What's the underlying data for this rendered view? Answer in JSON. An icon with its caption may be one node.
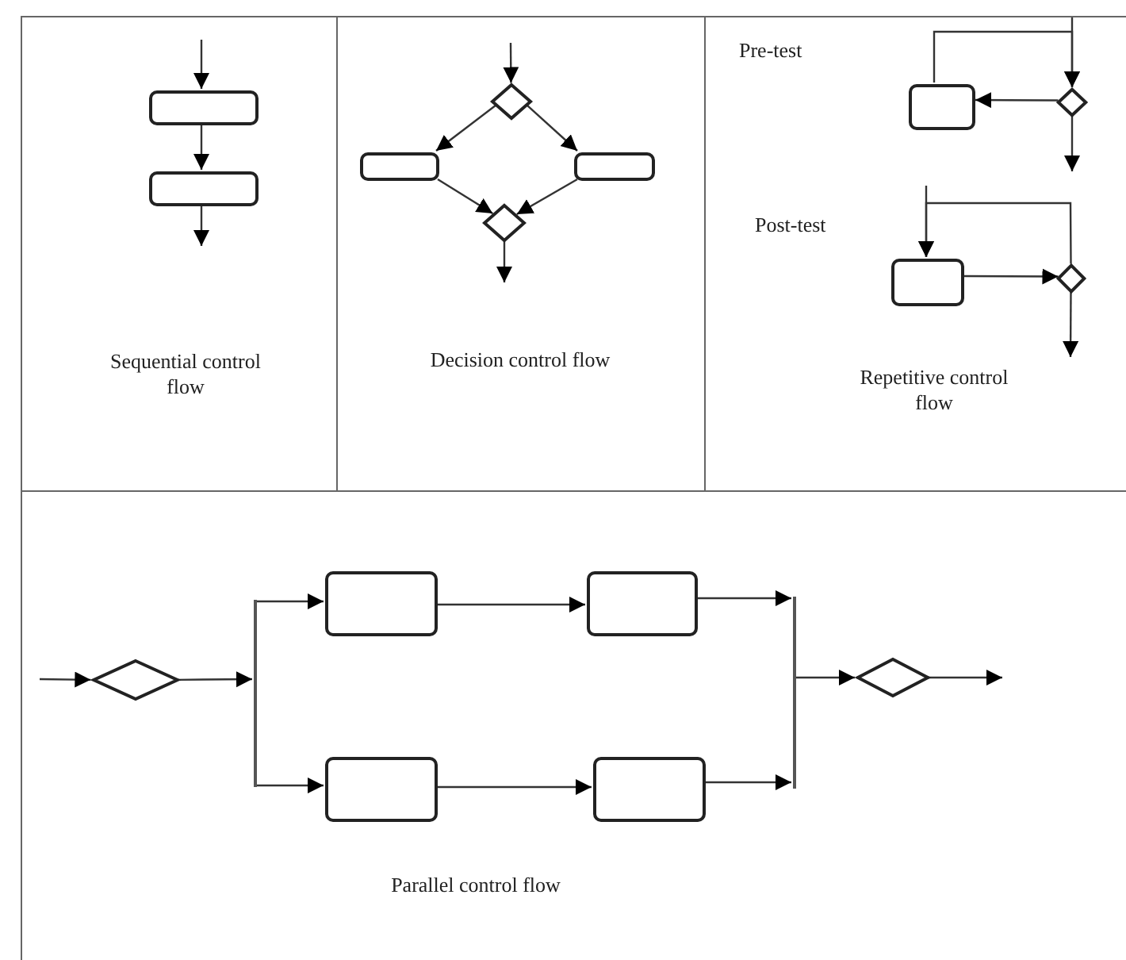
{
  "diagram": {
    "nodes": [
      {
        "text": [
          "Sequential control flow"
        ]
      },
      {
        "text": [],
        "shape": "box",
        "in": 0
      },
      {
        "text": [],
        "shape": "box",
        "in": 0
      },
      {
        "text": [
          "Decision control flow"
        ]
      },
      {
        "text": [],
        "shape": "diamond",
        "in": 3
      },
      {
        "text": [],
        "shape": "box",
        "in": 3
      },
      {
        "text": [],
        "shape": "box",
        "in": 3
      },
      {
        "text": [],
        "shape": "diamond",
        "in": 3
      },
      {
        "text": [
          "Pre-test",
          "Post-test",
          "Repetitive control flow"
        ]
      },
      {
        "text": [],
        "shape": "box",
        "in": 8
      },
      {
        "text": [],
        "shape": "diamond",
        "in": 8
      },
      {
        "text": [],
        "shape": "box",
        "in": 8
      },
      {
        "text": [],
        "shape": "diamond",
        "in": 8
      },
      {
        "text": [
          "Parallel control flow"
        ]
      },
      {
        "text": [],
        "shape": "diamond",
        "in": 13
      },
      {
        "text": [],
        "shape": "bar",
        "in": 13
      },
      {
        "text": [],
        "shape": "box",
        "in": 13
      },
      {
        "text": [],
        "shape": "box",
        "in": 13
      },
      {
        "text": [],
        "shape": "box",
        "in": 13
      },
      {
        "text": [],
        "shape": "box",
        "in": 13
      },
      {
        "text": [],
        "shape": "bar",
        "in": 13
      },
      {
        "text": [],
        "shape": "diamond",
        "in": 13
      }
    ],
    "edges": [
      {
        "from": null,
        "to": 1,
        "arrow": "to"
      },
      {
        "from": 1,
        "to": 2,
        "arrow": "to"
      },
      {
        "from": 2,
        "to": null,
        "arrow": "to"
      },
      {
        "from": null,
        "to": 4,
        "arrow": "to"
      },
      {
        "from": 4,
        "to": 5,
        "arrow": "to"
      },
      {
        "from": 4,
        "to": 6,
        "arrow": "to"
      },
      {
        "from": 5,
        "to": 7,
        "arrow": "to"
      },
      {
        "from": 6,
        "to": 7,
        "arrow": "to"
      },
      {
        "from": 7,
        "to": null,
        "arrow": "to"
      },
      {
        "from": null,
        "to": 10,
        "arrow": "to"
      },
      {
        "from": 9,
        "to": 10,
        "arrow": "to"
      },
      {
        "from": 10,
        "to": 9,
        "arrow": "to"
      },
      {
        "from": 10,
        "to": null,
        "arrow": "to"
      },
      {
        "from": null,
        "to": 11,
        "arrow": "to"
      },
      {
        "from": 11,
        "to": 12,
        "arrow": "to"
      },
      {
        "from": 12,
        "to": 11,
        "arrow": "to"
      },
      {
        "from": 12,
        "to": null,
        "arrow": "to"
      },
      {
        "from": null,
        "to": 14,
        "arrow": "to"
      },
      {
        "from": 14,
        "to": 15,
        "arrow": "to"
      },
      {
        "from": 15,
        "to": 16,
        "arrow": "to"
      },
      {
        "from": 15,
        "to": 18,
        "arrow": "to"
      },
      {
        "from": 16,
        "to": 17,
        "arrow": "to"
      },
      {
        "from": 18,
        "to": 19,
        "arrow": "to"
      },
      {
        "from": 17,
        "to": 20,
        "arrow": "to"
      },
      {
        "from": 19,
        "to": 20,
        "arrow": "to"
      },
      {
        "from": 20,
        "to": 21,
        "arrow": "to"
      },
      {
        "from": 21,
        "to": null,
        "arrow": "to"
      }
    ]
  }
}
